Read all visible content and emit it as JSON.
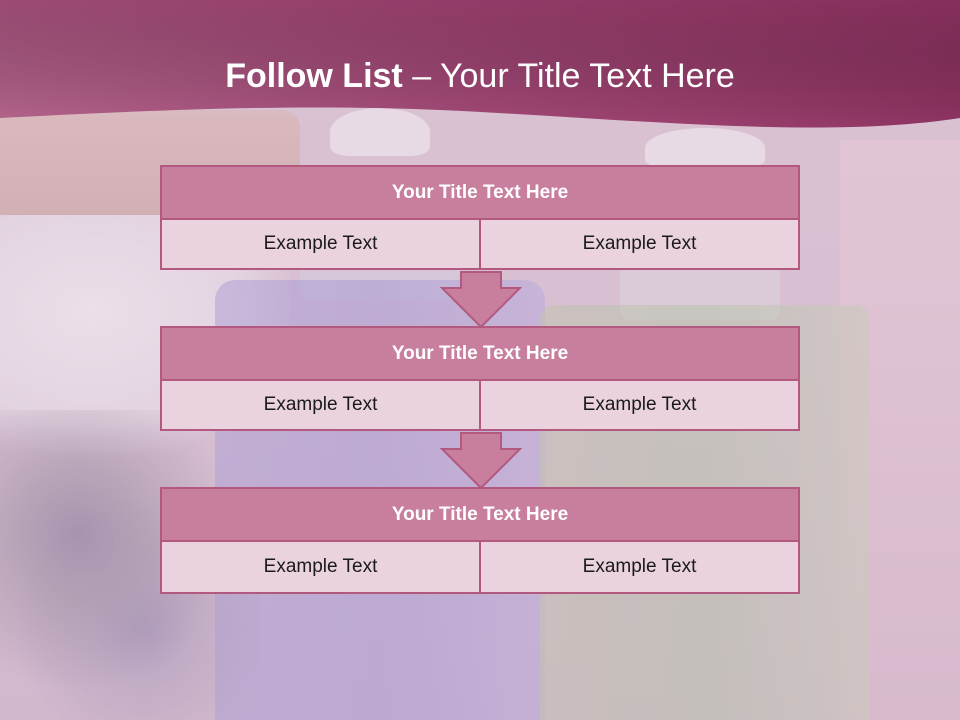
{
  "slide": {
    "title_bold": "Follow List",
    "title_rest": " – Your Title Text Here",
    "colors": {
      "header_band": "#a84c77",
      "block_header": "#c87f9e",
      "block_border": "#b3587f",
      "block_body": "#ead3de",
      "arrow": "#c87f9e"
    }
  },
  "blocks": [
    {
      "title": "Your Title Text Here",
      "left": "Example Text",
      "right": "Example Text"
    },
    {
      "title": "Your Title Text Here",
      "left": "Example Text",
      "right": "Example Text"
    },
    {
      "title": "Your Title Text Here",
      "left": "Example Text",
      "right": "Example Text"
    }
  ],
  "arrows": [
    "arrow-down-icon",
    "arrow-down-icon"
  ]
}
